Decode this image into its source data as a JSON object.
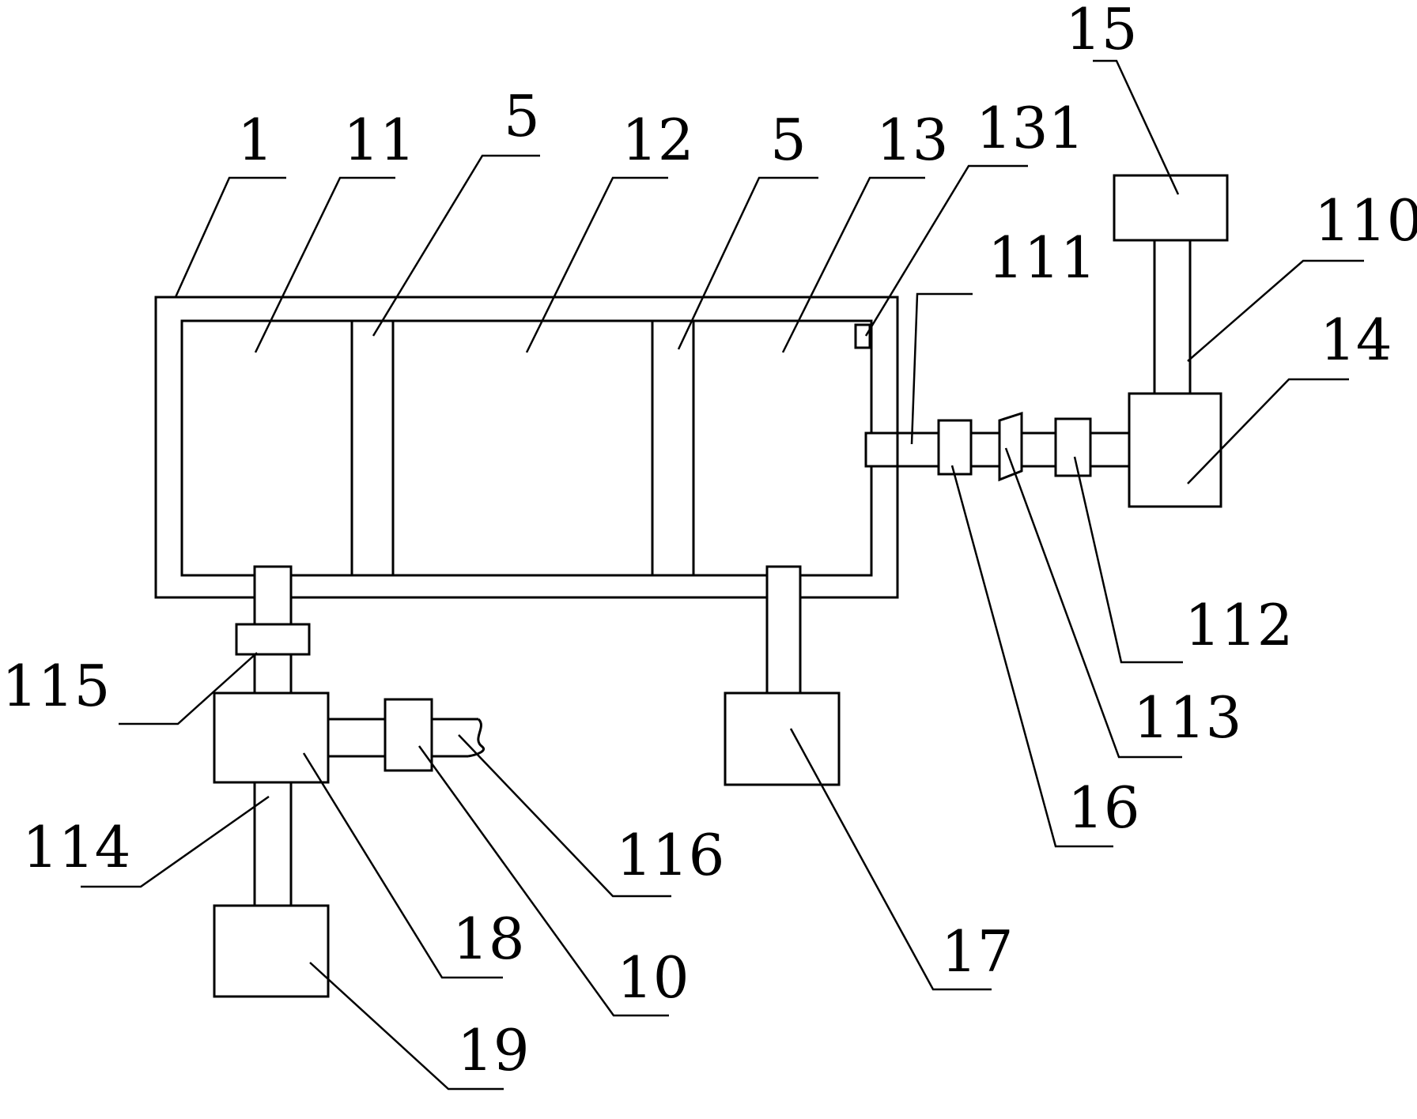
{
  "labels": {
    "l1": "1",
    "l11": "11",
    "l5a": "5",
    "l12": "12",
    "l5b": "5",
    "l13": "13",
    "l131": "131",
    "l15": "15",
    "l110": "110",
    "l111": "111",
    "l14": "14",
    "l112": "112",
    "l113": "113",
    "l16": "16",
    "l17": "17",
    "l115": "115",
    "l114": "114",
    "l116": "116",
    "l18": "18",
    "l10": "10",
    "l19": "19"
  },
  "colors": {
    "line": "#000000",
    "background": "#ffffff"
  }
}
